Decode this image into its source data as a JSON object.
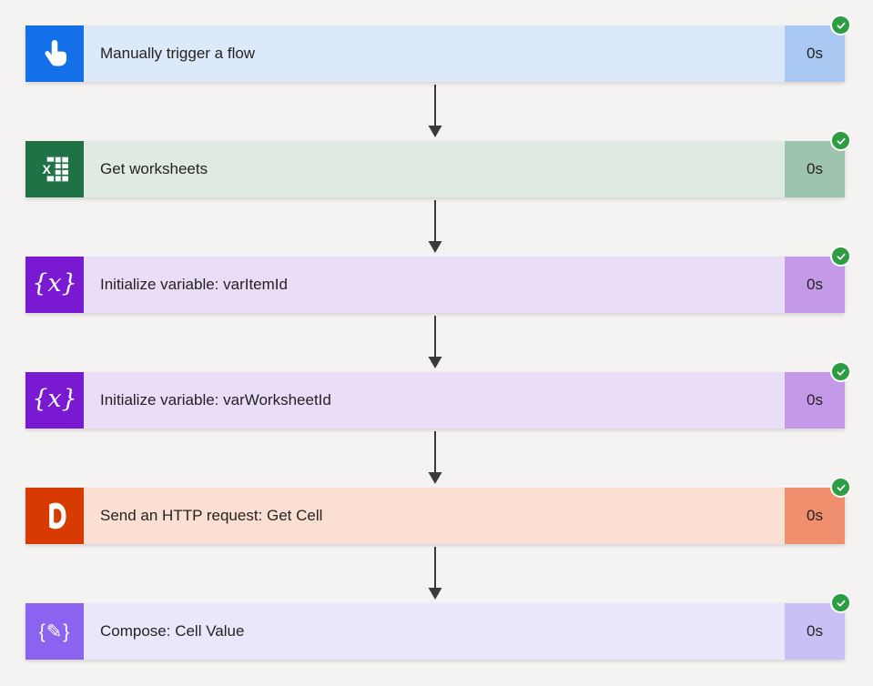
{
  "flow": {
    "status_color": "#2d9d41",
    "arrow_color": "#3b3a39",
    "icon_glyphs": {
      "variable": "{x}",
      "compose": "{✎}"
    },
    "steps": [
      {
        "label": "Manually trigger a flow",
        "duration": "0s",
        "status": "succeeded",
        "icon": "manual-trigger-icon",
        "colors": {
          "icon_bg": "#1470e8",
          "body_bg": "#dce9fb",
          "duration_bg": "#a9c9f2"
        }
      },
      {
        "label": "Get worksheets",
        "duration": "0s",
        "status": "succeeded",
        "icon": "excel-icon",
        "colors": {
          "icon_bg": "#1e7245",
          "body_bg": "#dfeae2",
          "duration_bg": "#9fc4ae"
        }
      },
      {
        "label": "Initialize variable: varItemId",
        "duration": "0s",
        "status": "succeeded",
        "icon": "variable-icon",
        "colors": {
          "icon_bg": "#7a19d2",
          "body_bg": "#e9ddf8",
          "duration_bg": "#c49ae8"
        }
      },
      {
        "label": "Initialize variable: varWorksheetId",
        "duration": "0s",
        "status": "succeeded",
        "icon": "variable-icon",
        "colors": {
          "icon_bg": "#7a19d2",
          "body_bg": "#e9ddf8",
          "duration_bg": "#c49ae8"
        }
      },
      {
        "label": "Send an HTTP request: Get Cell",
        "duration": "0s",
        "status": "succeeded",
        "icon": "office-icon",
        "colors": {
          "icon_bg": "#d83b01",
          "body_bg": "#fbdfd2",
          "duration_bg": "#ef8f6e"
        }
      },
      {
        "label": "Compose: Cell Value",
        "duration": "0s",
        "status": "succeeded",
        "icon": "compose-icon",
        "colors": {
          "icon_bg": "#8a64f0",
          "body_bg": "#eae7fc",
          "duration_bg": "#c9c0f6"
        }
      }
    ]
  }
}
